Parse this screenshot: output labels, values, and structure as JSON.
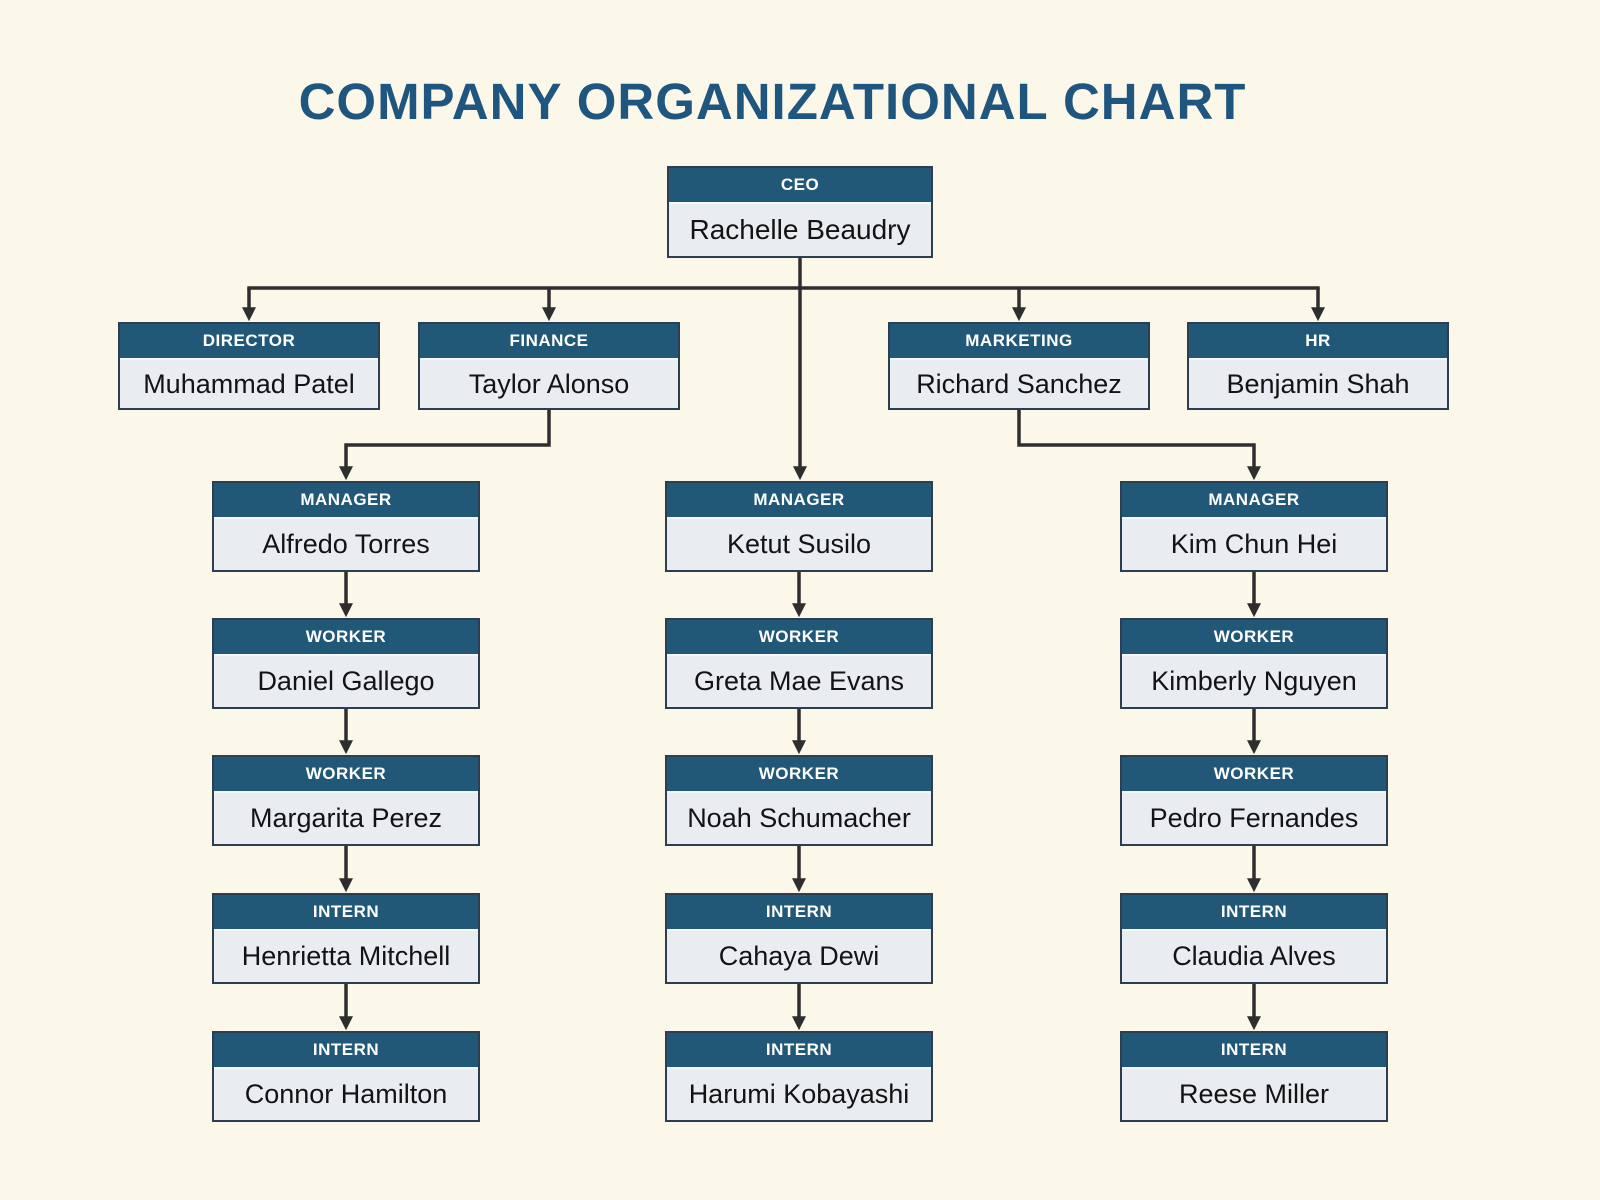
{
  "title": "COMPANY ORGANIZATIONAL CHART",
  "colors": {
    "title_blue": "#1F567F",
    "header_blue": "#215878",
    "box_fill": "#E9EDF1",
    "box_border": "#2C3E50",
    "background": "#FBF7E9",
    "connector": "#2E2E2E",
    "name_text": "#131313",
    "role_text": "#FFFFFF"
  },
  "ceo": {
    "role": "CEO",
    "name": "Rachelle Beaudry"
  },
  "level2": [
    {
      "role": "DIRECTOR",
      "name": "Muhammad Patel"
    },
    {
      "role": "FINANCE",
      "name": "Taylor Alonso"
    },
    {
      "role": "MARKETING",
      "name": "Richard Sanchez"
    },
    {
      "role": "HR",
      "name": "Benjamin Shah"
    }
  ],
  "columns": [
    {
      "reports_to": "FINANCE",
      "items": [
        {
          "role": "MANAGER",
          "name": "Alfredo Torres"
        },
        {
          "role": "WORKER",
          "name": "Daniel Gallego"
        },
        {
          "role": "WORKER",
          "name": "Margarita Perez"
        },
        {
          "role": "INTERN",
          "name": "Henrietta Mitchell"
        },
        {
          "role": "INTERN",
          "name": "Connor Hamilton"
        }
      ]
    },
    {
      "reports_to": "CEO",
      "items": [
        {
          "role": "MANAGER",
          "name": "Ketut Susilo"
        },
        {
          "role": "WORKER",
          "name": "Greta Mae Evans"
        },
        {
          "role": "WORKER",
          "name": "Noah Schumacher"
        },
        {
          "role": "INTERN",
          "name": "Cahaya Dewi"
        },
        {
          "role": "INTERN",
          "name": "Harumi Kobayashi"
        }
      ]
    },
    {
      "reports_to": "MARKETING",
      "items": [
        {
          "role": "MANAGER",
          "name": "Kim Chun Hei"
        },
        {
          "role": "WORKER",
          "name": "Kimberly Nguyen"
        },
        {
          "role": "WORKER",
          "name": "Pedro Fernandes"
        },
        {
          "role": "INTERN",
          "name": "Claudia Alves"
        },
        {
          "role": "INTERN",
          "name": "Reese Miller"
        }
      ]
    }
  ]
}
